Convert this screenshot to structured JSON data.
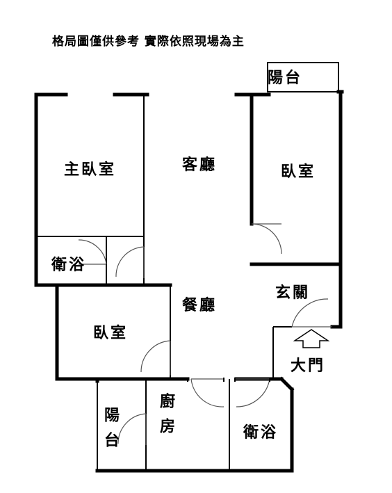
{
  "plan": {
    "note": "格局圖僅供參考 實際依照現場為主",
    "rooms": {
      "master_bedroom": "主臥室",
      "living_room": "客廳",
      "bedroom_east": "臥室",
      "balcony_top": "陽台",
      "bath_west": "衛浴",
      "dining_room": "餐廳",
      "foyer": "玄關",
      "bedroom_west": "臥室",
      "entrance": "大門",
      "kitchen": "廚房",
      "balcony_bottom": "陽台",
      "bath_south": "衛浴"
    }
  },
  "colors": {
    "wall": "#000000",
    "background": "#ffffff",
    "door_arc": "#555555"
  }
}
